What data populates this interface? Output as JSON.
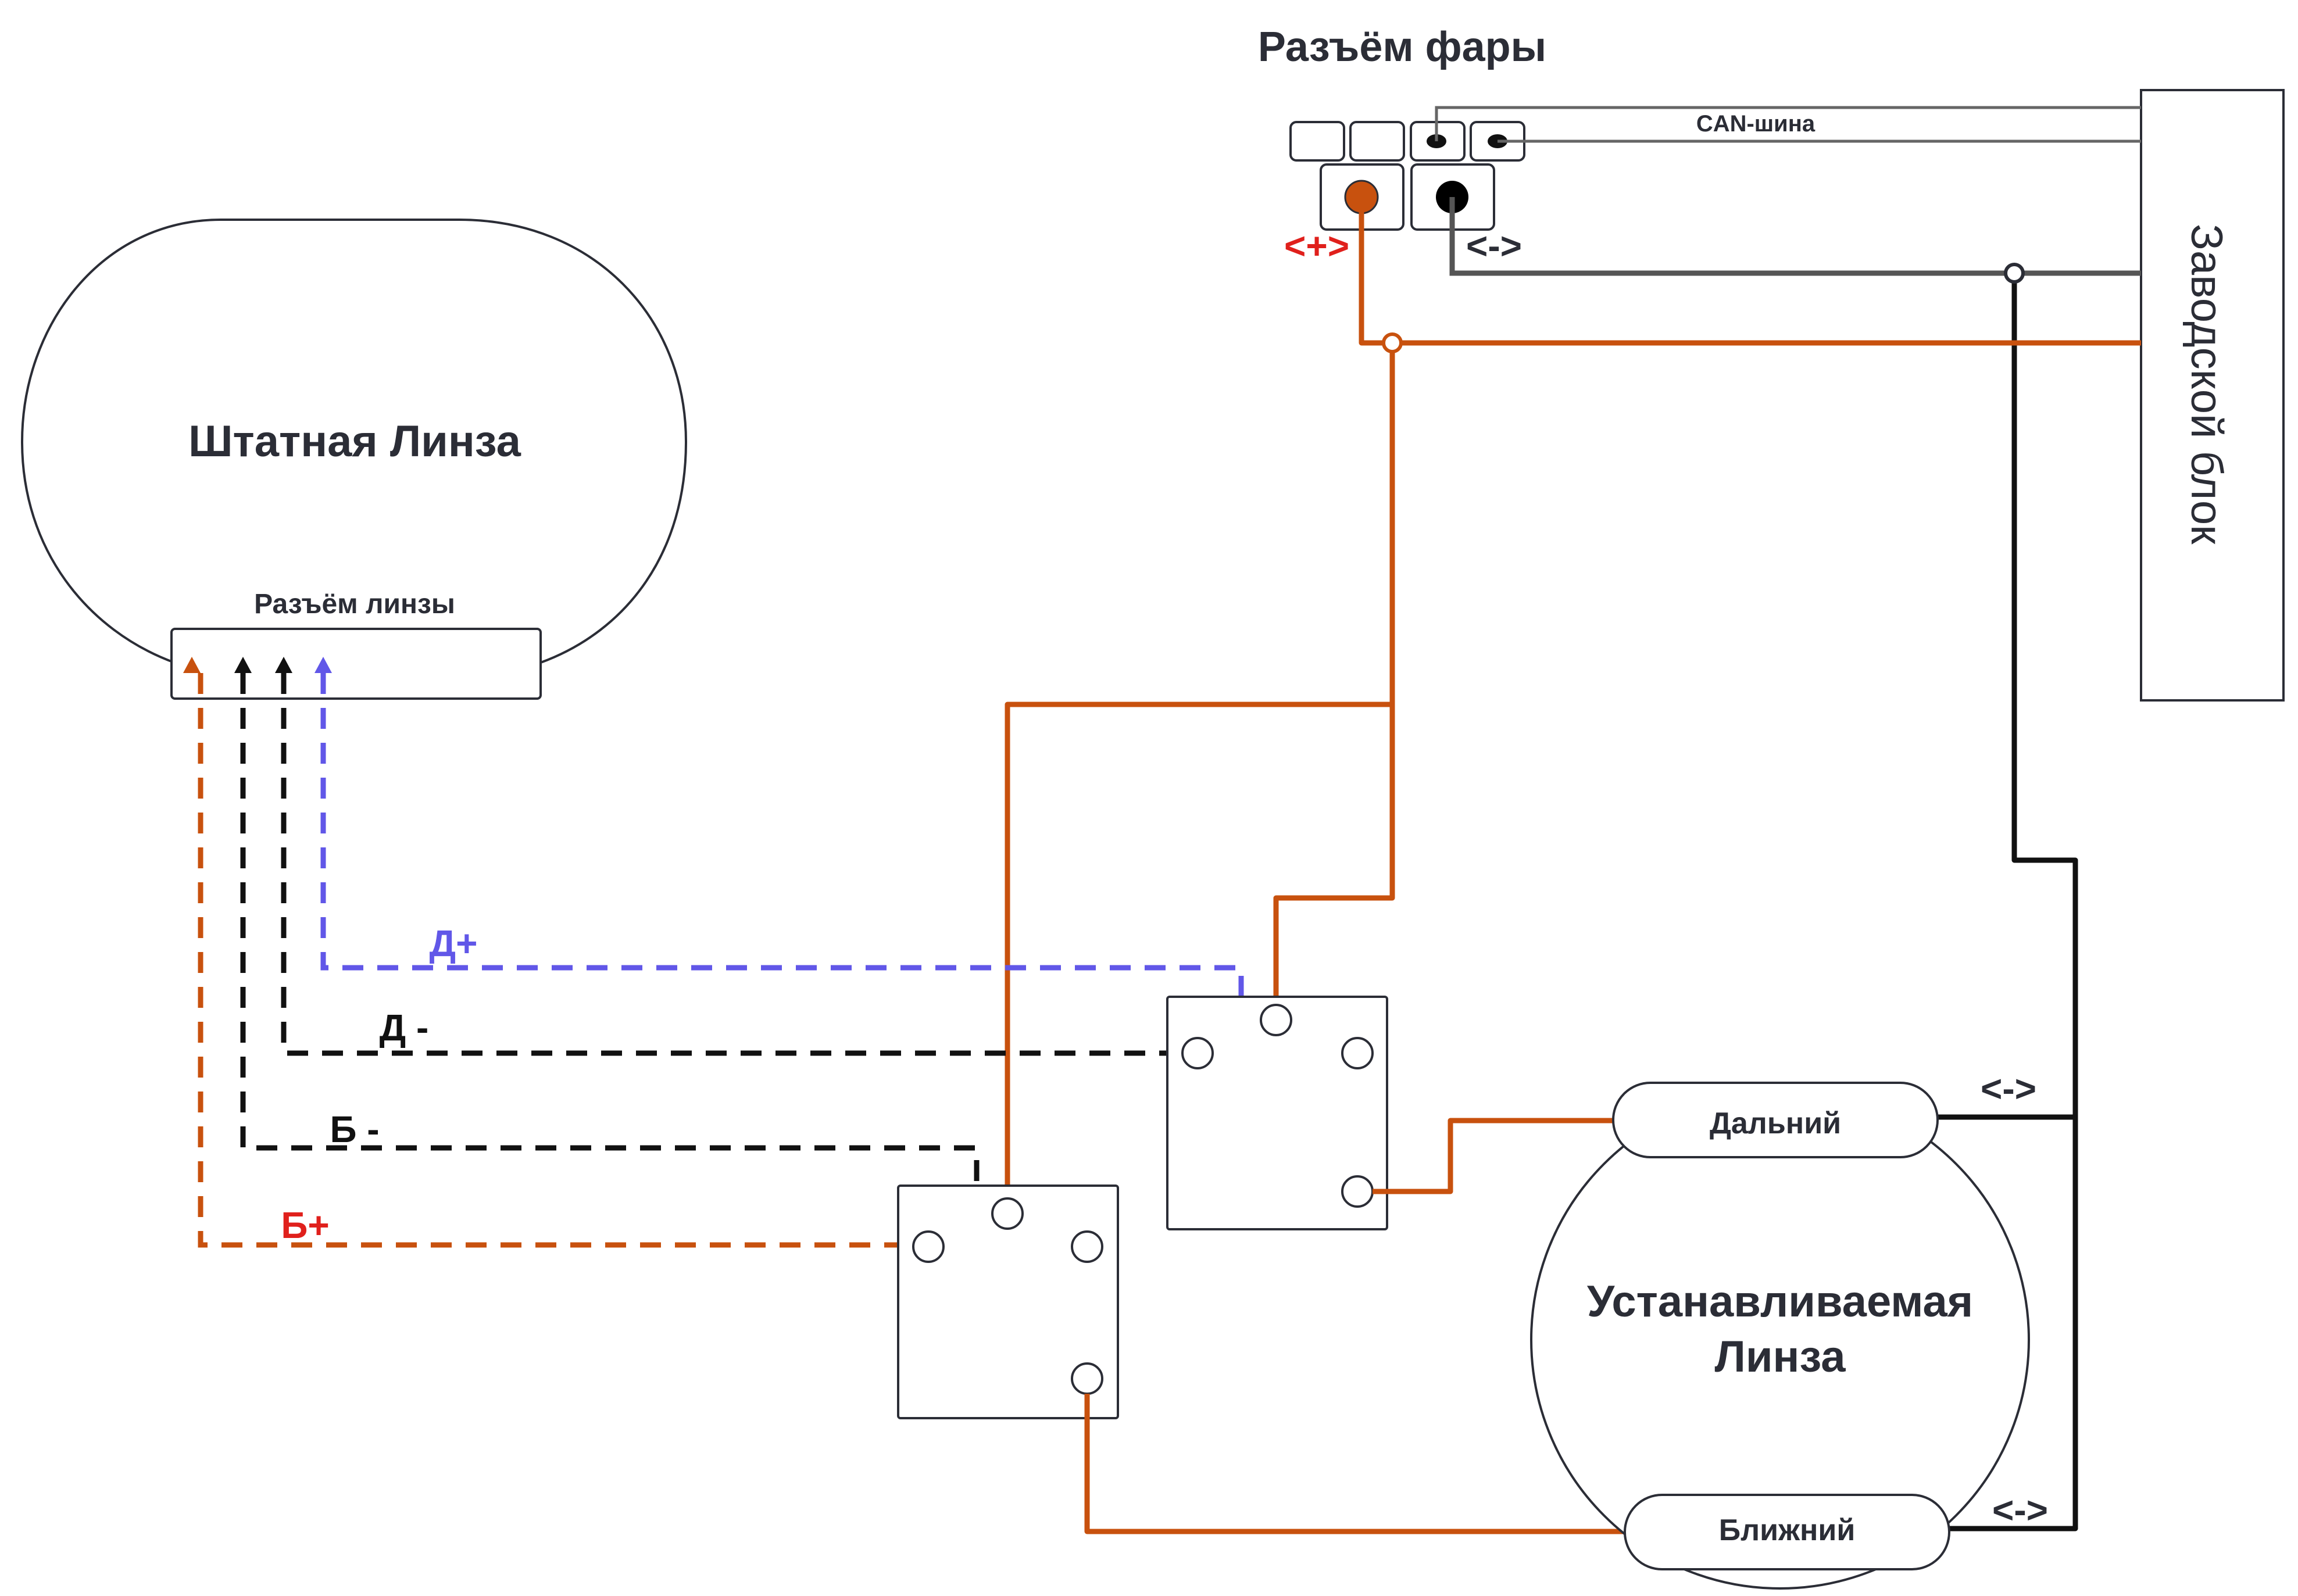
{
  "colors": {
    "plus_wire": "#c8510e",
    "minus_wire": "#555555",
    "beam_wire": "#111111",
    "high_beam_signal": "#6157e8",
    "plus_label": "#e0201c",
    "high_label": "#6157e8"
  },
  "headlight_connector": {
    "title": "Разъём фары",
    "can_label": "CAN-шина",
    "plus_label": "<+>",
    "minus_label": "<->"
  },
  "factory_unit": {
    "label": "Заводской блок"
  },
  "stock_lens": {
    "label": "Штатная Линза",
    "connector_label": "Разъём линзы"
  },
  "signal_labels": {
    "high_plus": "Д+",
    "high_minus": "Д -",
    "low_minus": "Б -",
    "low_plus": "Б+"
  },
  "installed_lens": {
    "label_line1": "Устанавливаемая",
    "label_line2": "Линза",
    "high_beam": "Дальний",
    "low_beam": "Ближний",
    "high_ground": "<->",
    "low_ground": "<->"
  }
}
